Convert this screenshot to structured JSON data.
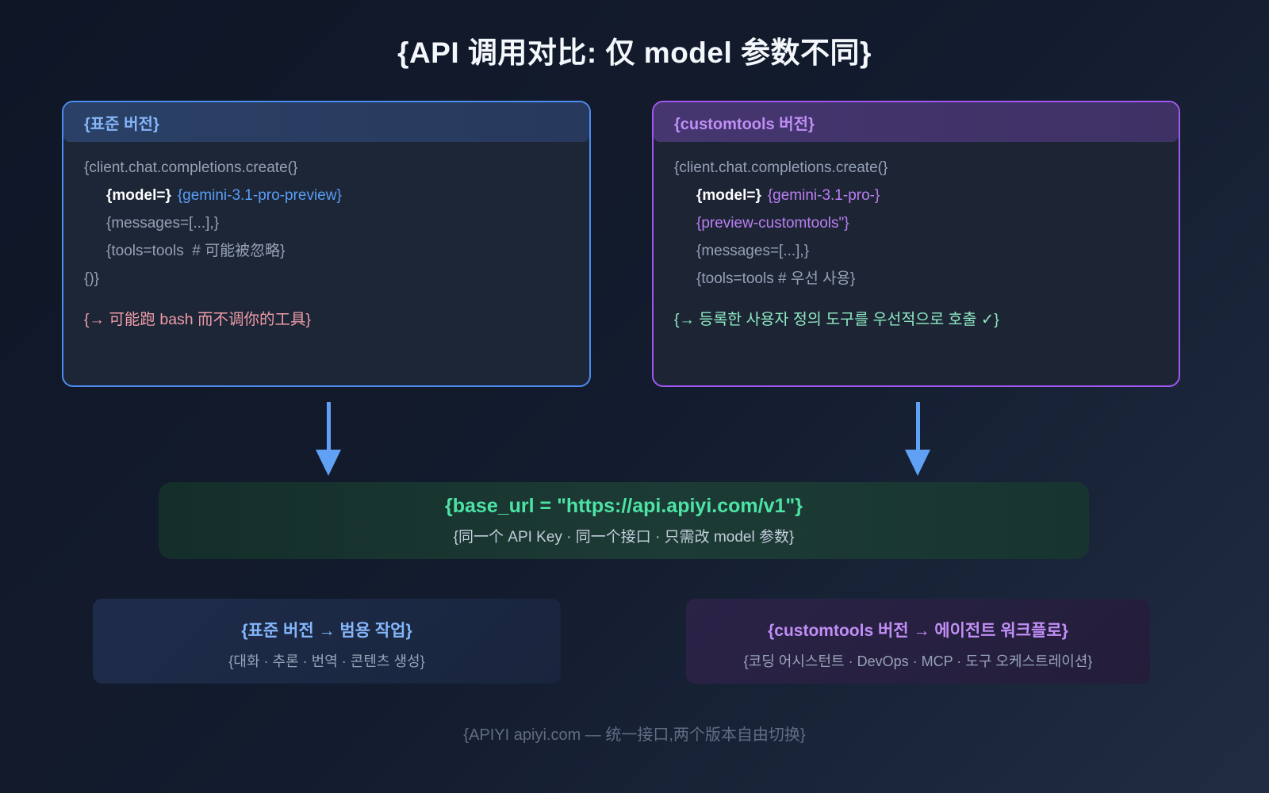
{
  "title": "{API 调用对比: 仅 model 参数不同}",
  "standard_card": {
    "header": "{표준 버전}",
    "line1": "{client.chat.completions.create(}",
    "line2_key": "{model=}",
    "line2_value": "{gemini-3.1-pro-preview}",
    "line3": "{messages=[...],}",
    "line4": "{tools=tools  # 可能被忽略}",
    "line5": "{)}",
    "note": "{→ 可能跑 bash 而不调你的工具}"
  },
  "customtools_card": {
    "header": "{customtools 버전}",
    "line1": "{client.chat.completions.create(}",
    "line2_key": "{model=}",
    "line2_value": "{gemini-3.1-pro-}",
    "line3": "{preview-customtools\"}",
    "line4": "{messages=[...],}",
    "line5": "{tools=tools # 우선 사용}",
    "note": "{→ 등록한 사용자 정의 도구를 우선적으로 호출 ✓}"
  },
  "base_url_box": {
    "title": "{base_url = \"https://api.apiyi.com/v1\"}",
    "subtitle": "{同一个 API Key · 同一个接口 · 只需改 model 参数}"
  },
  "use_cases": {
    "standard": {
      "title": "{표준 버전 → 범용 작업}",
      "subtitle": "{대화 · 추론 · 번역 · 콘텐츠 생성}"
    },
    "customtools": {
      "title": "{customtools 버전 → 에이전트 워크플로}",
      "subtitle": "{코딩 어시스턴트 · DevOps · MCP · 도구 오케스트레이션}"
    }
  },
  "footer": "{APIYI apiyi.com — 统一接口,两个版本自由切换}",
  "colors": {
    "standard_accent": "#4d8cf0",
    "standard_header_text": "#84b6fa",
    "standard_model": "#5b9df5",
    "customtools_accent": "#a257f0",
    "customtools_header_text": "#c18ef6",
    "customtools_model": "#bb7ef2",
    "warning_pink": "#f09ca7",
    "success_mint": "#8fe9c2",
    "base_url_green": "#4ce3a5",
    "arrow_blue": "#61a1f5",
    "code_gray": "#95a1b6"
  }
}
